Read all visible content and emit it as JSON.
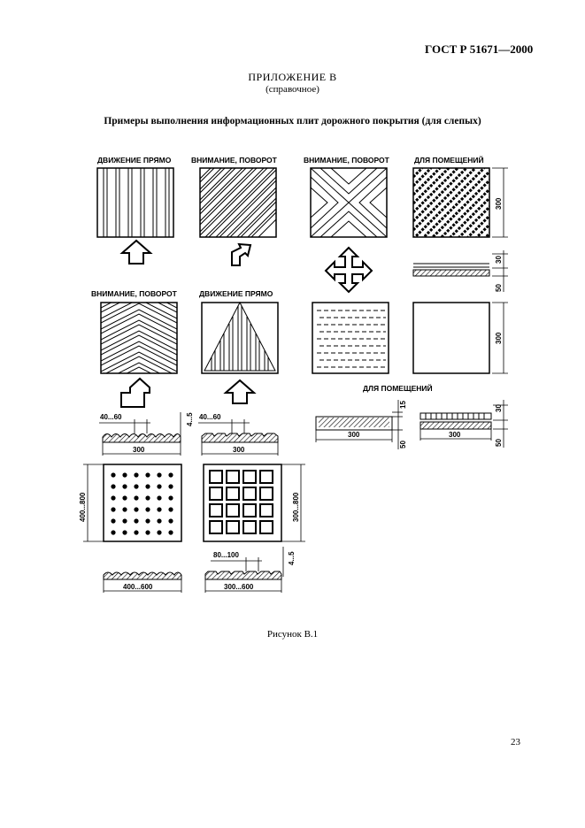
{
  "header": {
    "standard": "ГОСТ Р 51671—2000",
    "page_number": "23"
  },
  "appendix": {
    "title": "ПРИЛОЖЕНИЕ В",
    "subtitle": "(справочное)"
  },
  "figure": {
    "title": "Примеры выполнения информационных плит дорожного покрытия (для слепых)",
    "caption": "Рисунок В.1"
  },
  "labels": {
    "row1": [
      "ДВИЖЕНИЕ ПРЯМО",
      "ВНИМАНИЕ, ПОВОРОТ",
      "ВНИМАНИЕ, ПОВОРОТ",
      "ДЛЯ ПОМЕЩЕНИЙ"
    ],
    "row2": [
      "ВНИМАНИЕ, ПОВОРОТ",
      "ДВИЖЕНИЕ ПРЯМО"
    ],
    "indoor": "ДЛЯ ПОМЕЩЕНИЙ"
  },
  "dimensions": {
    "d300": "300",
    "d30": "30",
    "d50": "50",
    "d15": "15",
    "d40_60": "40...60",
    "d4_5": "4...5",
    "d400_800": "400...800",
    "d300_800": "300...800",
    "d80_100": "80...100",
    "d400_600": "400...600",
    "d300_600": "300...600"
  }
}
